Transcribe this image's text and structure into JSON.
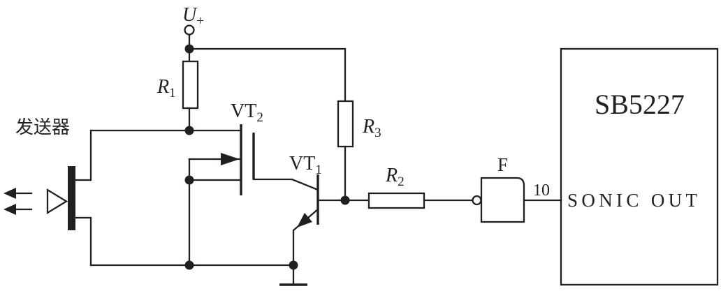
{
  "labels": {
    "supply": {
      "main": "U",
      "sub": "+"
    },
    "r1": {
      "main": "R",
      "sub": "1"
    },
    "r2": {
      "main": "R",
      "sub": "2"
    },
    "r3": {
      "main": "R",
      "sub": "3"
    },
    "vt1": {
      "main": "VT",
      "sub": "1"
    },
    "vt2": {
      "main": "VT",
      "sub": "2"
    },
    "transmitter": "发送器",
    "gate": "F",
    "pin": "10"
  },
  "chip": {
    "name": "SB5227",
    "pin_label": "SONIC OUT"
  },
  "colors": {
    "line": "#231f20",
    "background": "#ffffff"
  }
}
